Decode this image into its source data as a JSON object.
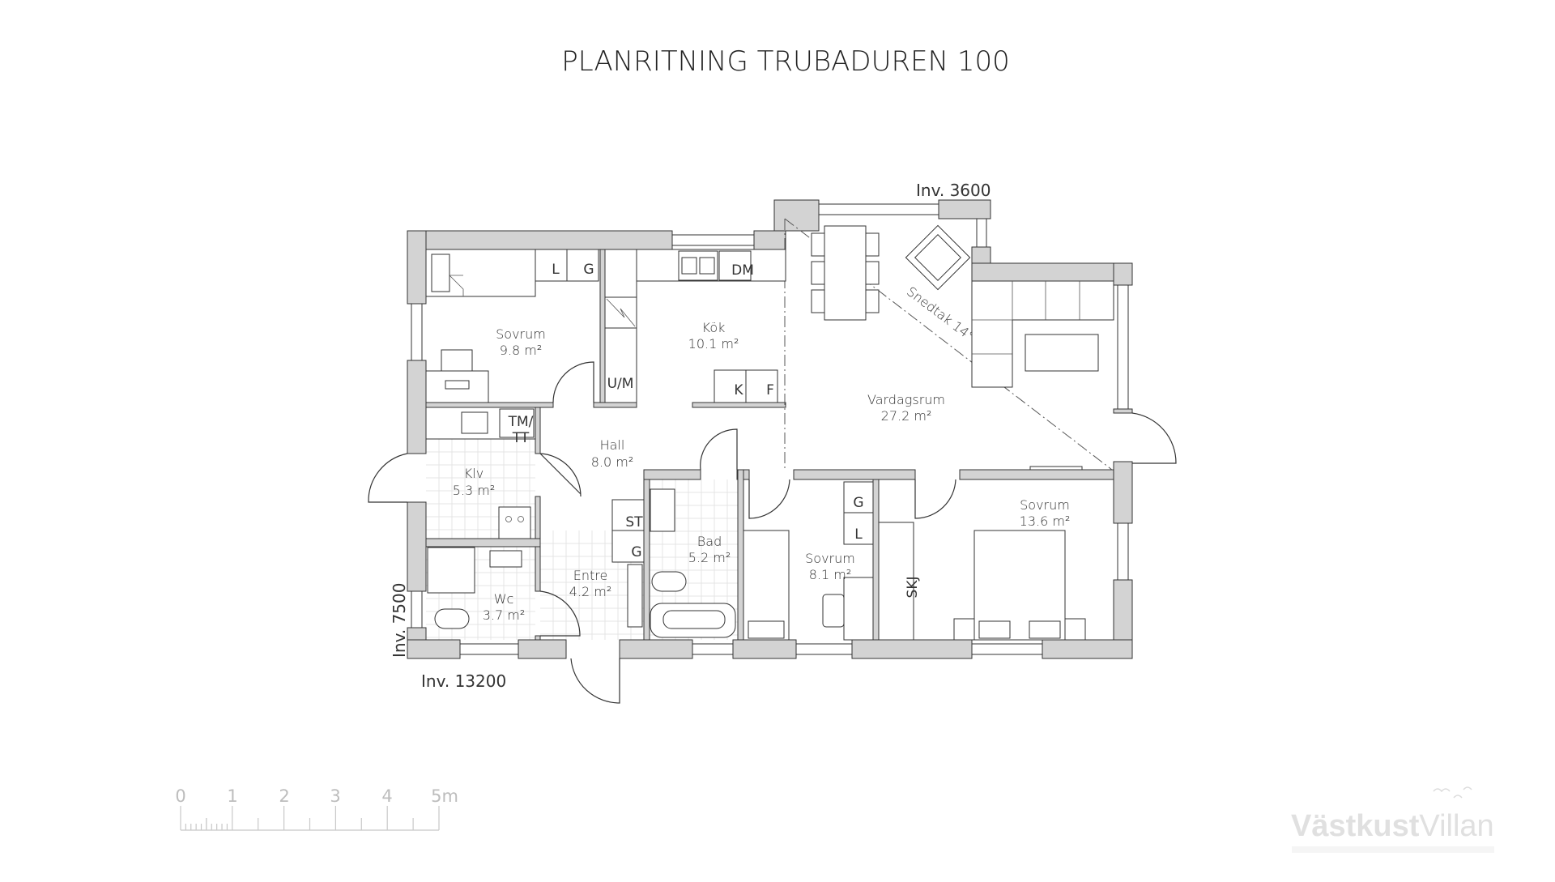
{
  "title": "PLANRITNING TRUBADUREN 100",
  "dimensions": {
    "width_label": "Inv. 3600",
    "length_label": "Inv. 13200",
    "depth_label": "Inv. 7500"
  },
  "rooms": [
    {
      "name": "Sovrum",
      "area": "9.8 m²"
    },
    {
      "name": "Kök",
      "area": "10.1 m²"
    },
    {
      "name": "Vardagsrum",
      "area": "27.2 m²"
    },
    {
      "name": "Hall",
      "area": "8.0 m²"
    },
    {
      "name": "Klv",
      "area": "5.3 m²"
    },
    {
      "name": "Wc",
      "area": "3.7 m²"
    },
    {
      "name": "Entre",
      "area": "4.2 m²"
    },
    {
      "name": "Bad",
      "area": "5.2 m²"
    },
    {
      "name": "Sovrum",
      "area": "8.1 m²"
    },
    {
      "name": "Sovrum",
      "area": "13.6 m²"
    }
  ],
  "fixtures": {
    "sovrum1_l": "L",
    "sovrum1_g": "G",
    "dm": "DM",
    "um": "U/M",
    "k": "K",
    "f": "F",
    "tm": "TM/",
    "tt": "TT",
    "st": "ST",
    "entre_g": "G",
    "sovrum2_g": "G",
    "sovrum2_l": "L",
    "skj": "SKJ"
  },
  "annotation": "Snedtak 14°",
  "scale_bar": {
    "labels": [
      "0",
      "1",
      "2",
      "3",
      "4",
      "5m"
    ]
  },
  "logo": {
    "bold": "Västkust",
    "light": "Villan"
  }
}
